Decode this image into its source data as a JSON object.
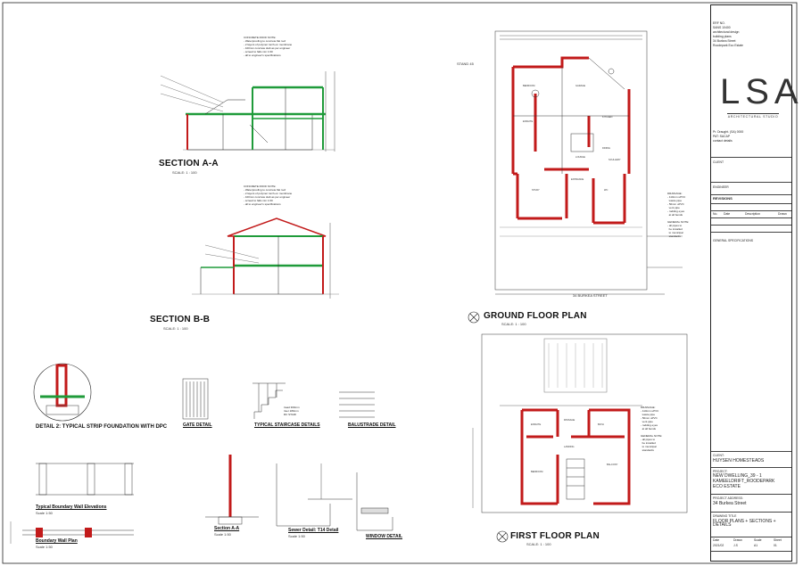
{
  "drawings": {
    "section_aa": {
      "title": "SECTION A-A",
      "scale": "SCALE: 1 : 100"
    },
    "section_bb": {
      "title": "SECTION B-B",
      "scale": "SCALE: 1 : 100"
    },
    "ground_floor": {
      "title": "GROUND FLOOR PLAN",
      "scale": "SCALE: 1 : 100"
    },
    "first_floor": {
      "title": "FIRST FLOOR PLAN",
      "scale": "SCALE: 1 : 100"
    },
    "detail2": {
      "title": "DETAIL 2: TYPICAL STRIP FOUNDATION WITH DPC"
    },
    "gate_detail": {
      "title": "GATE DETAIL"
    },
    "staircase_details": {
      "title": "TYPICAL STAIRCASE DETAILS"
    },
    "balustrade_detail": {
      "title": "BALUSTRADE DETAIL"
    },
    "boundary_elev": {
      "title": "Typical Boundary Wall Elevations",
      "scale": "Scale 1:50"
    },
    "boundary_plan": {
      "title": "Boundary Wall Plan",
      "scale": "Scale 1:50"
    },
    "section_a": {
      "title": "Section A-A",
      "scale": "Scale 1:50"
    },
    "sewer_detail": {
      "title": "Sewer Detail: T14 Detail",
      "scale": "Scale 1:50"
    },
    "window_detail": {
      "title": "WINDOW DETAIL"
    }
  },
  "notes": {
    "concrete_roof": "CONCRETE ROOF NOTE:\n- Waterproofing to concrete flat roof\n- 2 layers of polymer torch-on membrane\n- 100mm concrete slab as per engineer\n- screed to falls min 1:60\n- all to engineer's specifications",
    "drainage": "DRAINAGE:\n- 110mm uPVC\n  waste pipe\n- 50mm uPVC\n  vent pipe\n- rodding eyes\n  at all bends\n\nGENERAL NOTE:\n- all pipes to\n  be installed\n  to municipal\n  standards",
    "stair_labels": "tread 300mm\nriser 180mm\nRC STAIR"
  },
  "plan_labels": {
    "street": "34 BURKEA STREET",
    "stand": "STAND 45",
    "rooms_gf": [
      "BEDROOM",
      "ENSUITE",
      "GARAGE",
      "KITCHEN",
      "LOUNGE",
      "DINING",
      "SCULLERY",
      "ENTRANCE",
      "STUDY",
      "WC"
    ],
    "rooms_ff": [
      "BEDROOM",
      "ENSUITE",
      "BATH",
      "LANDING",
      "BALCONY",
      "PASSAGE"
    ]
  },
  "title_block": {
    "company_lines": [
      "ERF NO.",
      "SANS 10400",
      "architectural design",
      "building plans",
      "34 Burkea Street",
      "Roodepark Eco Estate"
    ],
    "logo": "LSA",
    "logo_sub": "ARCHITECTURAL STUDIO",
    "contact_lines": [
      "Pr. Draught. (SA) 0000",
      "PAT: SACAP",
      "contact details"
    ],
    "client_label": "CLIENT",
    "engineer_label": "ENGINEER",
    "revisions_label": "REVISIONS",
    "rev_headers": [
      "No.",
      "Date",
      "Description",
      "Drawn"
    ],
    "general_spec_label": "GENERAL SPECIFICATIONS",
    "client_name_label": "CLIENT:",
    "client_name": "HUYSEN HOMESTEADS",
    "project_label": "PROJECT:",
    "project_lines": [
      "NEW DWELLING_39 - 1",
      "KAMEELDRIFT_ROODEPARK",
      "ECO ESTATE"
    ],
    "address_label": "PROJECT ADDRESS:",
    "address": "34 Burkea Street",
    "drawing_title_label": "DRAWING TITLE",
    "drawing_title": "FLOOR PLANS + SECTIONS + DETAILS",
    "footer_row1": [
      "Date",
      "Drawn",
      "Scale",
      "Sheet"
    ],
    "footer_row2": [
      "2021/02",
      "J.S",
      "A1",
      "01"
    ]
  },
  "colors": {
    "wall_red": "#c21a1a",
    "wall_green": "#1f9b3a",
    "line": "#222222"
  }
}
